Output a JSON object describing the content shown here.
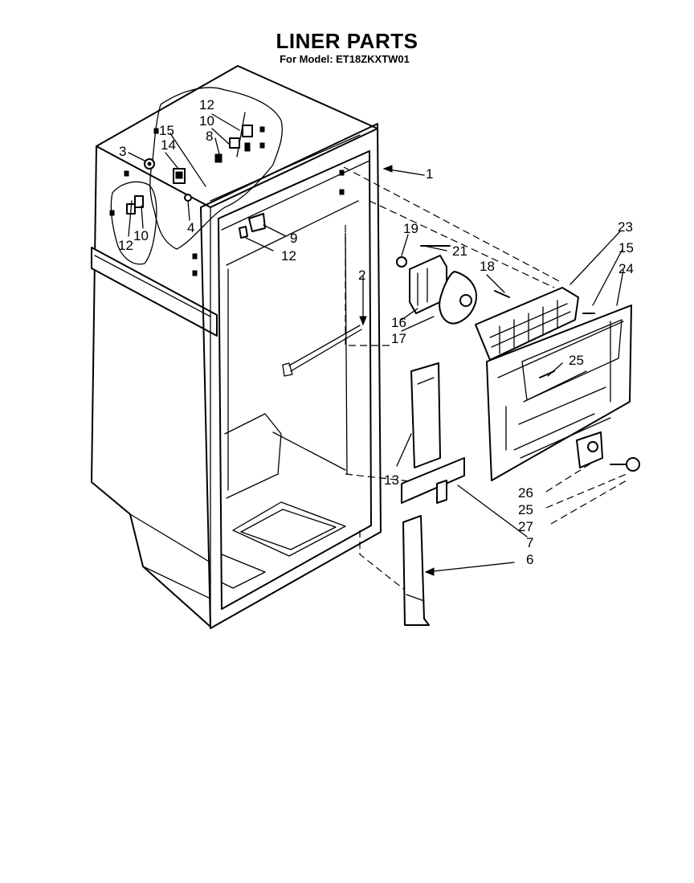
{
  "header": {
    "title": "LINER PARTS",
    "subtitle": "For Model: ET18ZKXTW01"
  },
  "callouts": [
    {
      "id": "c1",
      "text": "1"
    },
    {
      "id": "c2",
      "text": "2"
    },
    {
      "id": "c3",
      "text": "3"
    },
    {
      "id": "c4",
      "text": "4"
    },
    {
      "id": "c6",
      "text": "6"
    },
    {
      "id": "c7",
      "text": "7"
    },
    {
      "id": "c8",
      "text": "8"
    },
    {
      "id": "c9",
      "text": "9"
    },
    {
      "id": "c10a",
      "text": "10"
    },
    {
      "id": "c10b",
      "text": "10"
    },
    {
      "id": "c12a",
      "text": "12"
    },
    {
      "id": "c12b",
      "text": "12"
    },
    {
      "id": "c12c",
      "text": "12"
    },
    {
      "id": "c13",
      "text": "13"
    },
    {
      "id": "c14",
      "text": "14"
    },
    {
      "id": "c15a",
      "text": "15"
    },
    {
      "id": "c15b",
      "text": "15"
    },
    {
      "id": "c16",
      "text": "16"
    },
    {
      "id": "c17",
      "text": "17"
    },
    {
      "id": "c18",
      "text": "18"
    },
    {
      "id": "c19",
      "text": "19"
    },
    {
      "id": "c21",
      "text": "21"
    },
    {
      "id": "c23",
      "text": "23"
    },
    {
      "id": "c24",
      "text": "24"
    },
    {
      "id": "c25a",
      "text": "25"
    },
    {
      "id": "c25b",
      "text": "25"
    },
    {
      "id": "c26",
      "text": "26"
    },
    {
      "id": "c27",
      "text": "27"
    }
  ]
}
